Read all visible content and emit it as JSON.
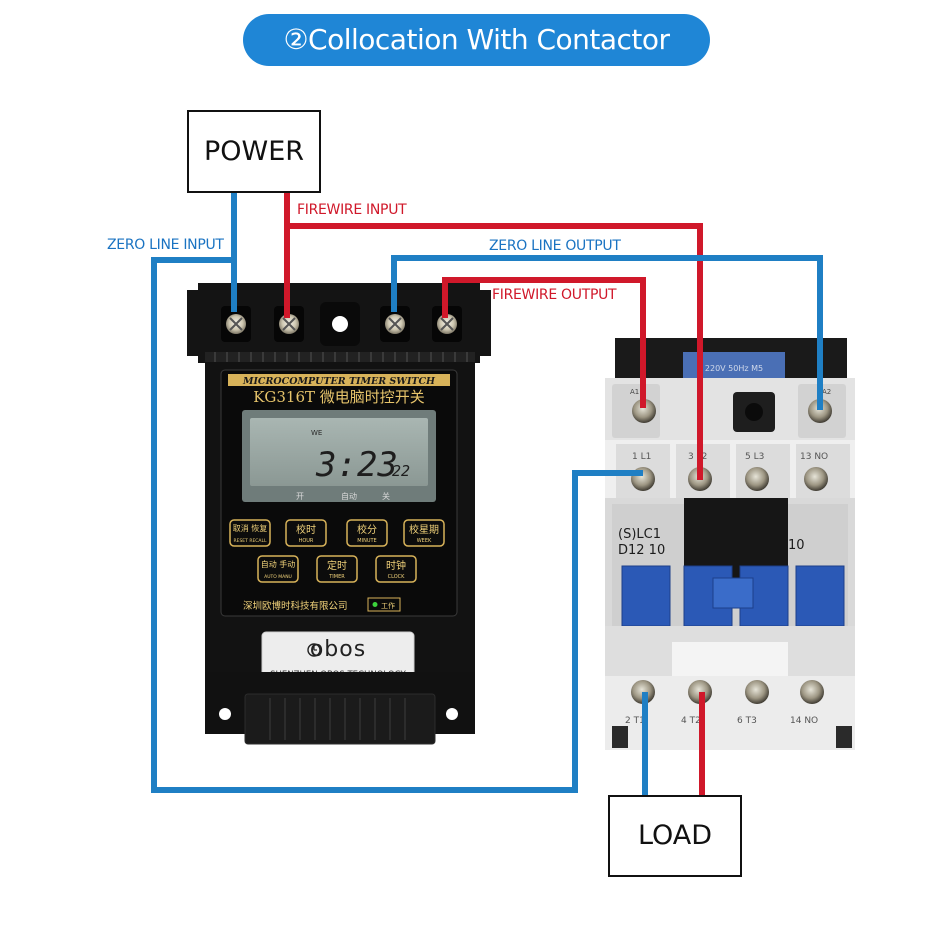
{
  "title": "②Collocation With Contactor",
  "power_label": "POWER",
  "load_label": "LOAD",
  "wire_labels": {
    "zero_in": "ZERO LINE INPUT",
    "fire_in": "FIREWIRE INPUT",
    "zero_out": "ZERO LINE OUTPUT",
    "fire_out": "FIREWIRE OUTPUT"
  },
  "colors": {
    "blue_wire": "#1f7fc4",
    "red_wire": "#d0182a",
    "banner": "#1f86d6"
  },
  "timer": {
    "header": "MICROCOMPUTER TIMER SWITCH",
    "model": "KG316T 微电脑时控开关",
    "week": "WE",
    "time": "3:23",
    "seconds": "22",
    "mode_open": "开",
    "mode_auto": "自动",
    "mode_close": "关",
    "buttons": [
      {
        "cn": "取消 恢复",
        "en": "RESET RECALL"
      },
      {
        "cn": "校时",
        "en": "HOUR"
      },
      {
        "cn": "校分",
        "en": "MINUTE"
      },
      {
        "cn": "校星期",
        "en": "WEEK"
      },
      {
        "cn": "自动 手动",
        "en": "AUTO MANU"
      },
      {
        "cn": "定时",
        "en": "TIMER"
      },
      {
        "cn": "时钟",
        "en": "CLOCK"
      }
    ],
    "company_cn": "深圳欧博时科技有限公司",
    "work_label": "工作",
    "brand": "obos",
    "brand_sub": "SHENZHEN OBOS TECHNOLOGY"
  },
  "contactor": {
    "model_line1": "(S)LC1",
    "model_line2": "D12 10",
    "aux": "10",
    "top_terminals": [
      "1 L1",
      "3 L2",
      "5 L3",
      "13 NO"
    ],
    "bottom_terminals": [
      "2 T1",
      "4 T2",
      "6 T3",
      "14 NO"
    ],
    "coil_left": "A1",
    "coil_right": "A2",
    "rating": "220V 50Hz M5"
  }
}
